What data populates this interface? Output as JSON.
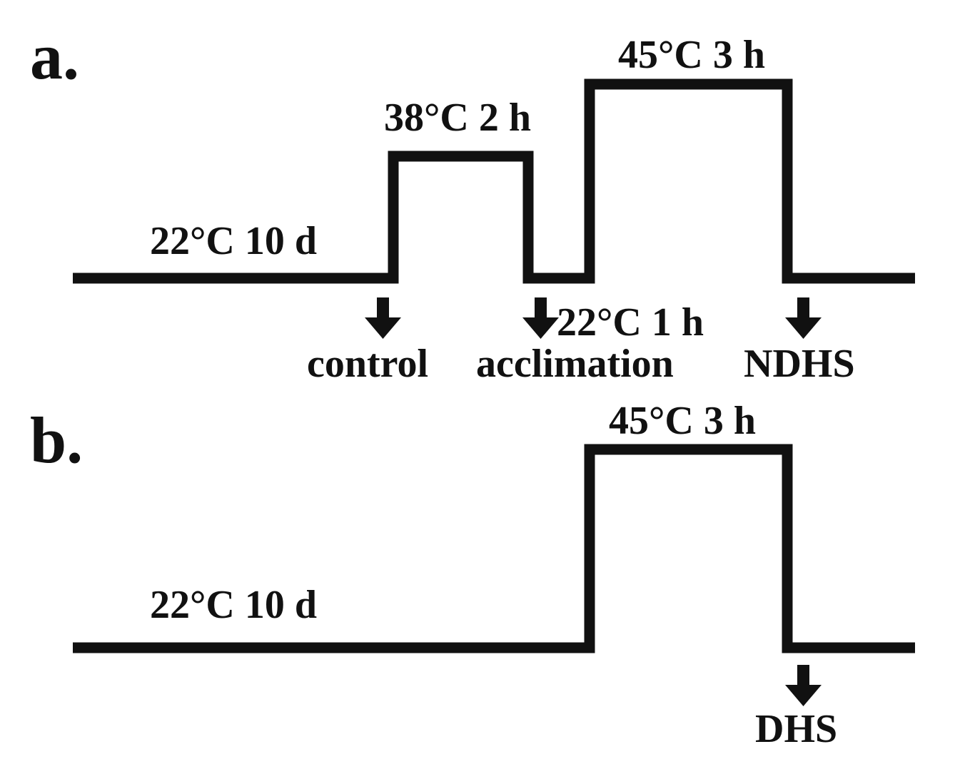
{
  "panels": {
    "a": {
      "letter": "a.",
      "baseline_label": "22°C 10 d",
      "pulse1_label": "38°C 2 h",
      "recovery_label": "22°C 1 h",
      "pulse2_label": "45°C 3 h",
      "sample_labels": {
        "control": "control",
        "acclimation": "acclimation",
        "ndhs": "NDHS"
      }
    },
    "b": {
      "letter": "b.",
      "baseline_label": "22°C 10 d",
      "pulse_label": "45°C 3 h",
      "sample_labels": {
        "dhs": "DHS"
      }
    }
  },
  "colors": {
    "ink": "#111111",
    "background": "#ffffff"
  }
}
